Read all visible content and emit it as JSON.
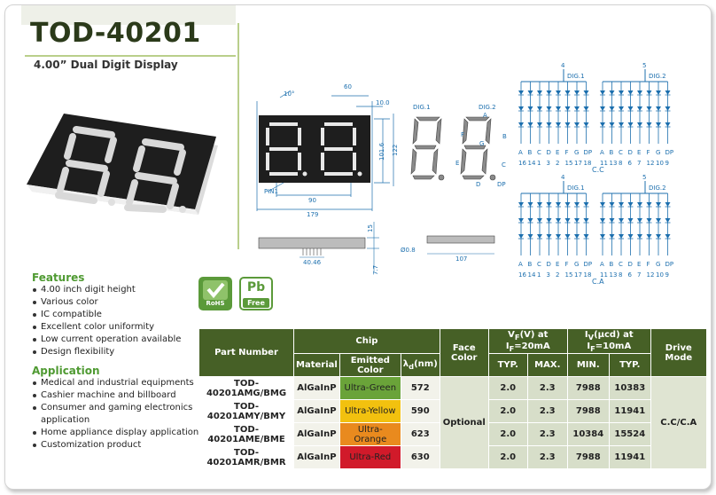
{
  "header": {
    "title": "TOD-40201",
    "subtitle": "4.00” Dual Digit Display"
  },
  "features": {
    "heading": "Features",
    "items": [
      "4.00 inch digit height",
      "Various color",
      "IC compatible",
      "Excellent color uniformity",
      "Low current operation available",
      "Design flexibility"
    ]
  },
  "application": {
    "heading": "Application",
    "items": [
      "Medical and industrial equipments",
      "Cashier machine and billboard",
      "Consumer and gaming electronics application",
      "Home appliance display application",
      "Customization product"
    ]
  },
  "badges": {
    "rohs": "RoHS",
    "pb": "Pb",
    "free": "Free"
  },
  "dimensions": {
    "angle": "10°",
    "d60": "60",
    "d10": "10.0",
    "d1016": "101.6",
    "d122": "122",
    "pin1": "PIN1",
    "d90": "90",
    "d179": "179",
    "d15": "15",
    "d77": "7.7",
    "d4046": "40.46",
    "d08": "Ø0.8",
    "d107": "107"
  },
  "segment_diagram": {
    "dig1": "DIG.1",
    "dig2": "DIG.2",
    "labels": {
      "A": "A",
      "B": "B",
      "C": "C",
      "D": "D",
      "E": "E",
      "F": "F",
      "G": "G",
      "DP": "DP"
    }
  },
  "circuits": [
    {
      "name": "C.C",
      "pin_left": "4",
      "pin_right": "5",
      "dig1": "DIG.1",
      "dig2": "DIG.2",
      "seg_labels": [
        "A",
        "B",
        "C",
        "D",
        "E",
        "F",
        "G",
        "DP",
        "A",
        "B",
        "C",
        "D",
        "E",
        "F",
        "G",
        "DP"
      ],
      "pin_numbers": [
        "16",
        "14",
        "1",
        "3",
        "2",
        "15",
        "17",
        "18",
        "11",
        "13",
        "8",
        "6",
        "7",
        "12",
        "10",
        "9"
      ]
    },
    {
      "name": "C.A",
      "pin_left": "4",
      "pin_right": "5",
      "dig1": "DIG.1",
      "dig2": "DIG.2",
      "seg_labels": [
        "A",
        "B",
        "C",
        "D",
        "E",
        "F",
        "G",
        "DP",
        "A",
        "B",
        "C",
        "D",
        "E",
        "F",
        "G",
        "DP"
      ],
      "pin_numbers": [
        "16",
        "14",
        "1",
        "3",
        "2",
        "15",
        "17",
        "18",
        "11",
        "13",
        "8",
        "6",
        "7",
        "12",
        "10",
        "9"
      ]
    }
  ],
  "table": {
    "headers": {
      "part_number": "Part Number",
      "chip": "Chip",
      "material": "Material",
      "emitted_color": "Emitted Color",
      "lambda": "λd(nm)",
      "face_color": "Face Color",
      "vf": "VF(V) at IF=20mA",
      "iv": "IV(μcd) at IF=10mA",
      "typ": "TYP.",
      "max": "MAX.",
      "min": "MIN.",
      "typ2": "TYP.",
      "drive_mode": "Drive Mode"
    },
    "rows": [
      {
        "part": "TOD-40201AMG/BMG",
        "material": "AlGaInP",
        "color": "Ultra-Green",
        "color_hex": "#6aa339",
        "lambda": "572",
        "vf_typ": "2.0",
        "vf_max": "2.3",
        "iv_min": "7988",
        "iv_typ": "10383"
      },
      {
        "part": "TOD-40201AMY/BMY",
        "material": "AlGaInP",
        "color": "Ultra-Yellow",
        "color_hex": "#f2c10f",
        "lambda": "590",
        "vf_typ": "2.0",
        "vf_max": "2.3",
        "iv_min": "7988",
        "iv_typ": "11941"
      },
      {
        "part": "TOD-40201AME/BME",
        "material": "AlGaInP",
        "color": "Ultra-Orange",
        "color_hex": "#e98a1e",
        "lambda": "623",
        "vf_typ": "2.0",
        "vf_max": "2.3",
        "iv_min": "10384",
        "iv_typ": "15524"
      },
      {
        "part": "TOD-40201AMR/BMR",
        "material": "AlGaInP",
        "color": "Ultra-Red",
        "color_hex": "#d11a2a",
        "lambda": "630",
        "vf_typ": "2.0",
        "vf_max": "2.3",
        "iv_min": "7988",
        "iv_typ": "11941"
      }
    ],
    "face_color": "Optional",
    "drive_mode": "C.C/C.A"
  }
}
